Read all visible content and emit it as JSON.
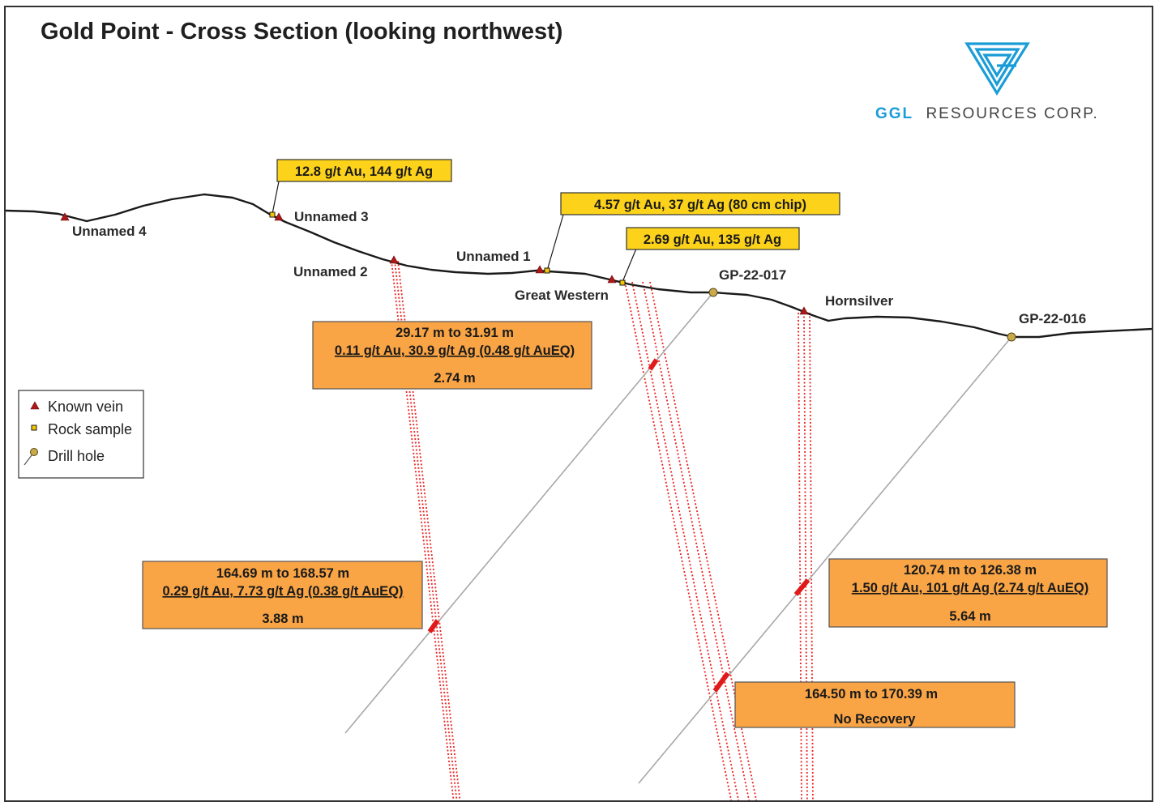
{
  "title": "Gold Point - Cross Section (looking northwest)",
  "logo": {
    "brand": "GGL",
    "rest": "RESOURCES CORP.",
    "color": "#1a9cd6"
  },
  "colors": {
    "vein_marker": "#b01818",
    "rock_sample": "#f5c400",
    "drill_collar": "#c8aa4a",
    "yellow_box": "#fcd21a",
    "orange_box": "#f9a445",
    "intercept": "#e01a1a",
    "vein_trace": "#ee2222",
    "drill_trace": "#a8a8a8",
    "topography": "#1a1a1a"
  },
  "legend": {
    "items": [
      {
        "label": "Known vein",
        "symbol": "triangle"
      },
      {
        "label": "Rock sample",
        "symbol": "square"
      },
      {
        "label": "Drill hole",
        "symbol": "drill-hole"
      }
    ]
  },
  "labels": {
    "unnamed4": "Unnamed 4",
    "unnamed3": "Unnamed 3",
    "unnamed2": "Unnamed 2",
    "unnamed1": "Unnamed 1",
    "great_western": "Great Western",
    "hornsilver": "Hornsilver",
    "gp22017": "GP-22-017",
    "gp22016": "GP-22-016"
  },
  "rock_samples": [
    {
      "text": "12.8 g/t Au, 144 g/t Ag"
    },
    {
      "text": "4.57 g/t Au, 37 g/t Ag (80 cm chip)"
    },
    {
      "text": "2.69 g/t Au, 135 g/t Ag"
    }
  ],
  "intercepts": [
    {
      "interval": "29.17 m to 31.91 m",
      "grade": "0.11 g/t Au, 30.9 g/t Ag (0.48 g/t AuEQ)",
      "width": "2.74 m"
    },
    {
      "interval": "164.69 m to 168.57 m",
      "grade": "0.29 g/t Au, 7.73 g/t Ag (0.38 g/t AuEQ)",
      "width": "3.88 m"
    },
    {
      "interval": "120.74 m to 126.38 m",
      "grade": "1.50 g/t Au, 101 g/t Ag (2.74 g/t AuEQ)",
      "width": "5.64 m"
    },
    {
      "interval": "164.50 m to 170.39 m",
      "result": "No Recovery"
    }
  ]
}
